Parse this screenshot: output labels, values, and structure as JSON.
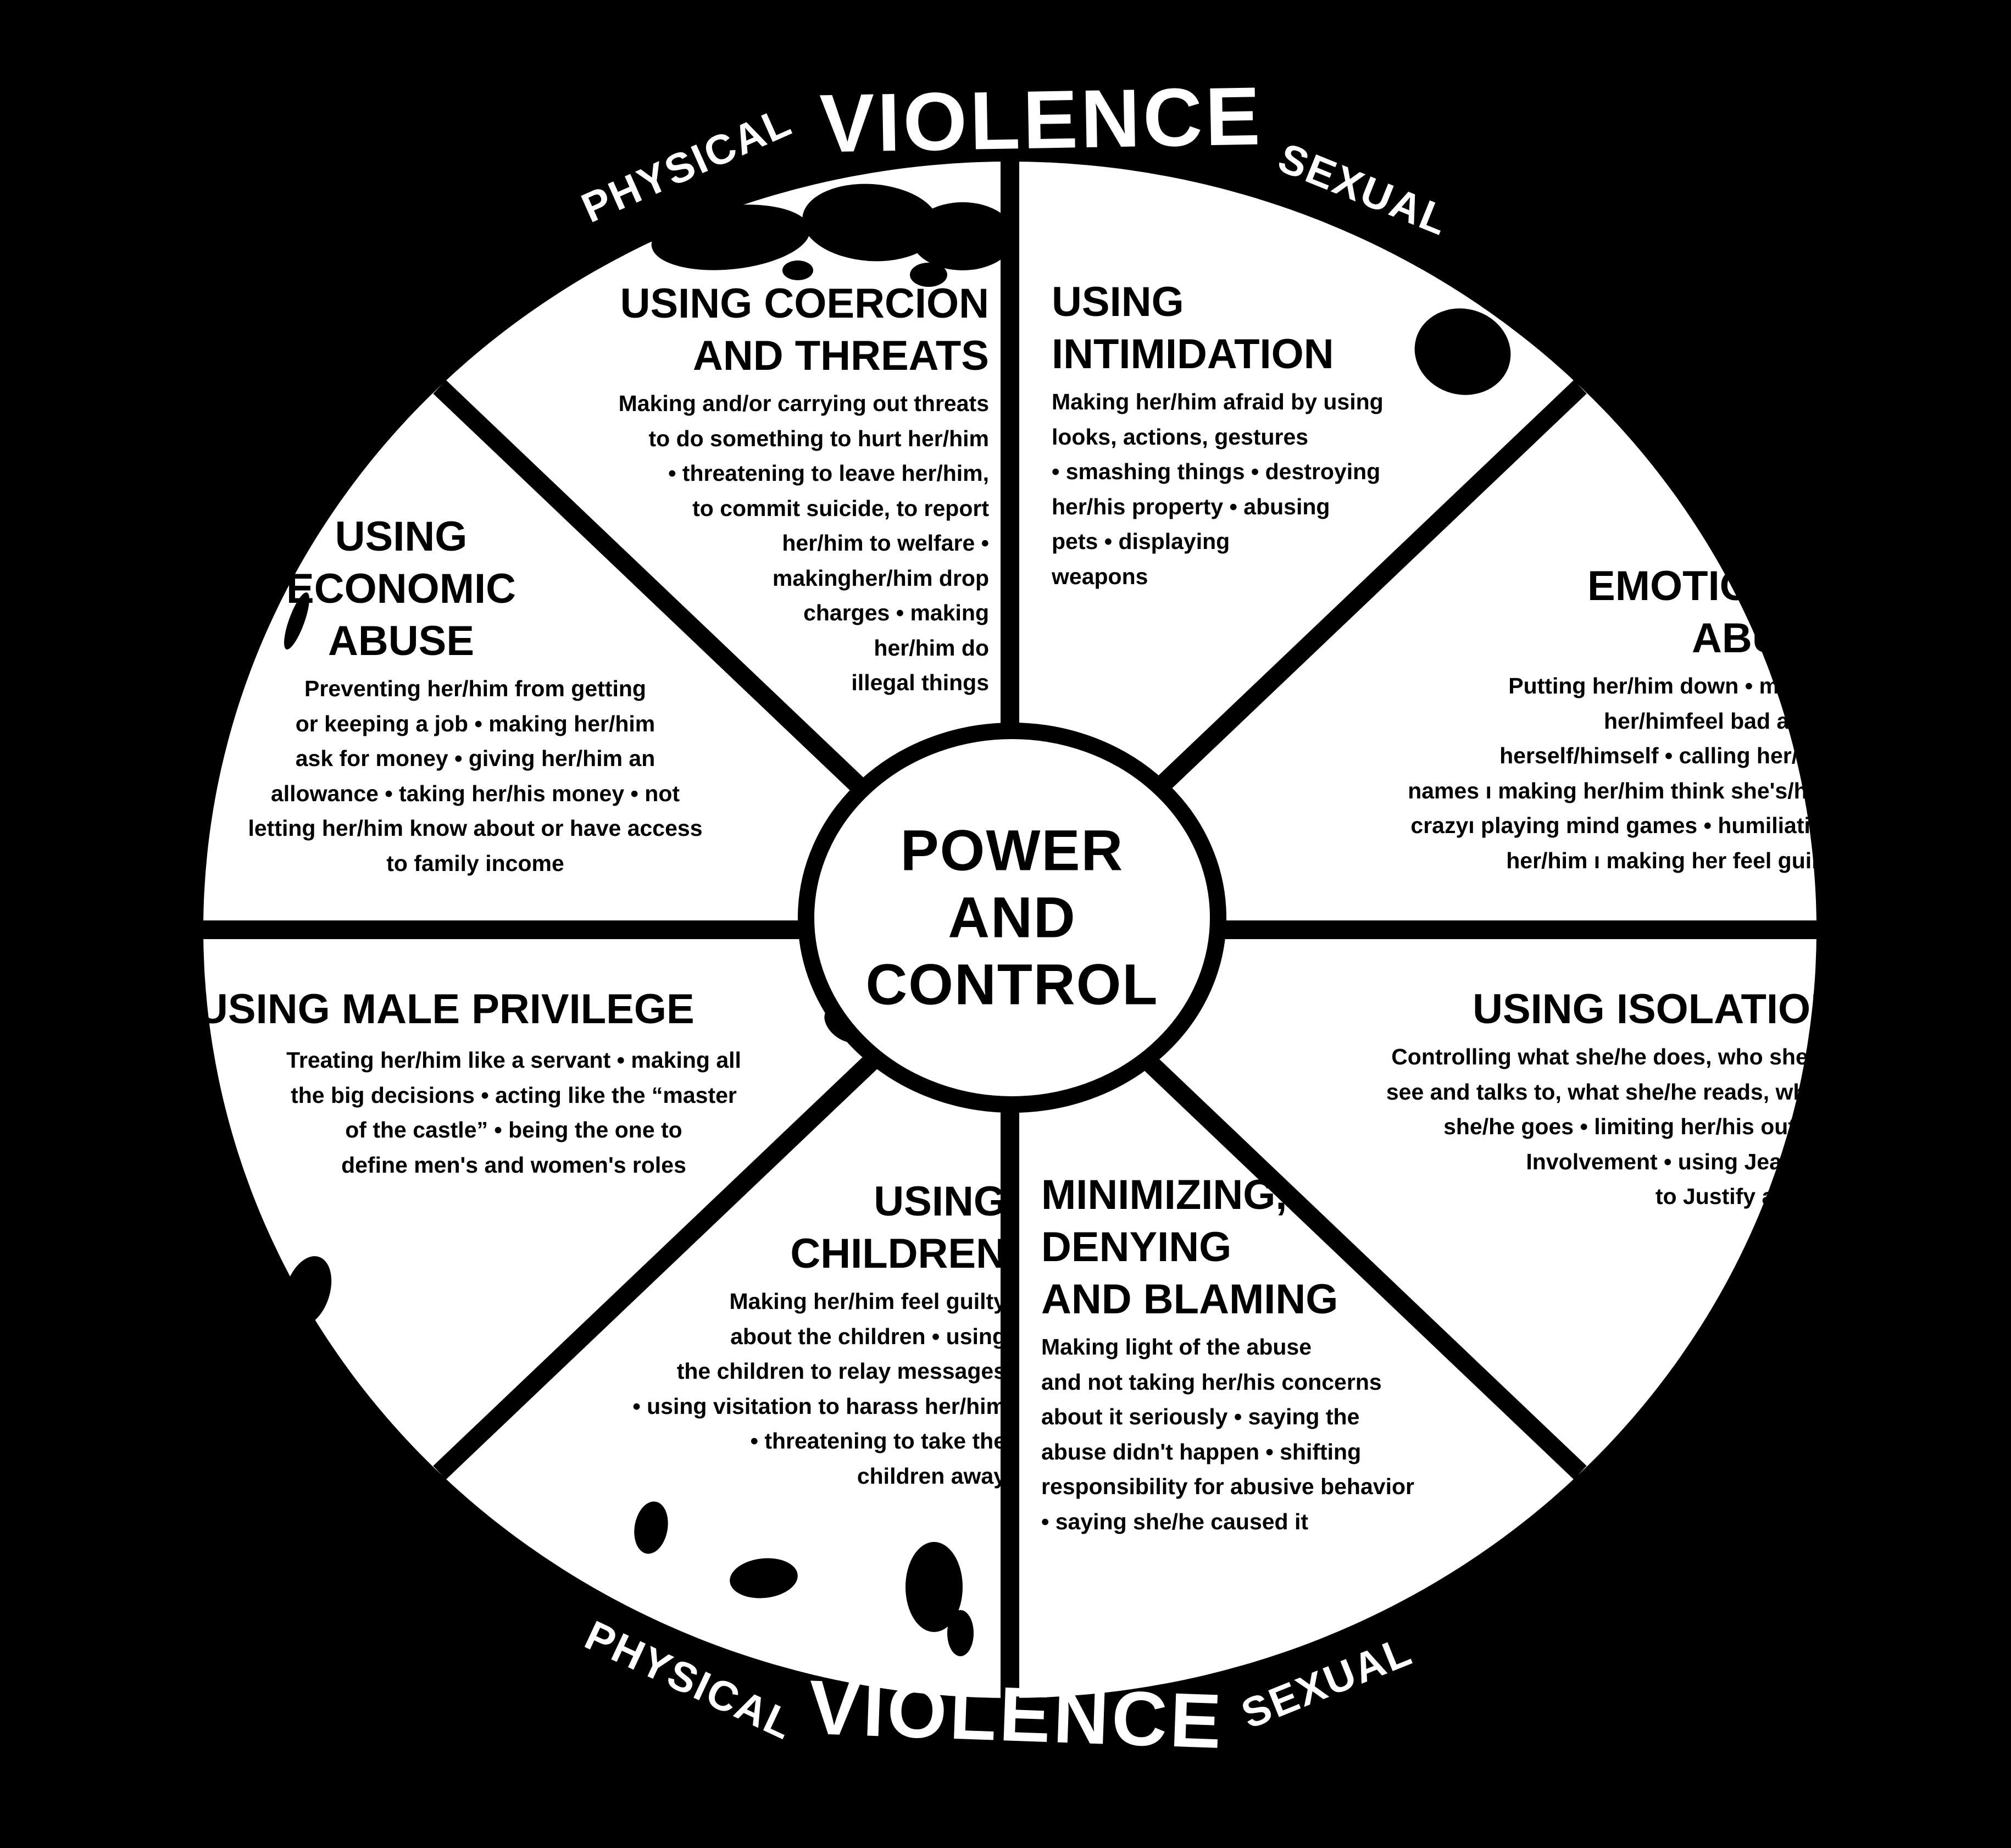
{
  "diagram_title": "Power and Control Wheel",
  "colors": {
    "background": "#000000",
    "wheel_face": "#ffffff",
    "ink": "#000000",
    "ring_text": "#ffffff"
  },
  "outer_ring": {
    "top_left": "PHYSICAL",
    "top_center": "VIOLENCE",
    "top_right": "SEXUAL",
    "bottom_left": "PHYSICAL",
    "bottom_center": "VIOLENCE",
    "bottom_right": "SEXUAL"
  },
  "center": {
    "label": "POWER\nAND\nCONTROL"
  },
  "segments": [
    {
      "id": "using-coercion-and-threats",
      "heading": "USING COERCION\nAND THREATS",
      "body": "Making and/or carrying out threats\nto do something to hurt her/him\n• threatening to leave her/him,\nto commit suicide, to report\nher/him to welfare •\nmakingher/him drop\ncharges • making\nher/him do\nillegal things"
    },
    {
      "id": "using-intimidation",
      "heading": "USING\nINTIMIDATION",
      "body": "Making her/him afraid by using\nlooks, actions, gestures\n• smashing things • destroying\nher/his property • abusing\npets • displaying\nweapons"
    },
    {
      "id": "using-emotional-abuse",
      "heading": "USING\nEMOTIONAL\nABUSE",
      "body": "Putting her/him down • making\nher/himfeel bad about\nherself/himself • calling her/him\nnames ı making her/him think she's/he's\ncrazyı playing mind games • humiliating\nher/him ı making her feel guilty"
    },
    {
      "id": "using-isolation",
      "heading": "USING ISOLATION",
      "body": "Controlling what she/he does, who she/he\nsee and talks to, what she/he reads, where\nshe/he goes • limiting her/his outside\nInvolvement • using Jealousy\nto Justify actions"
    },
    {
      "id": "minimizing-denying-and-blaming",
      "heading": "MINIMIZING,\nDENYING\nAND BLAMING",
      "body": "Making light of the abuse\nand not taking her/his concerns\nabout it seriously • saying the\nabuse didn't happen • shifting\nresponsibility for abusive behavior\n• saying she/he caused it"
    },
    {
      "id": "using-children",
      "heading": "USING\nCHILDREN",
      "body": "Making her/him feel guilty\nabout the children • using\nthe children to relay messages\n• using visitation to harass her/him\n• threatening to take the\nchildren away"
    },
    {
      "id": "using-male-privilege",
      "heading": "USING MALE PRIVILEGE",
      "body": "Treating her/him like a servant • making all\nthe big decisions • acting like the “master\nof the castle” • being the one to\ndefine men's and women's roles"
    },
    {
      "id": "using-economic-abuse",
      "heading": "USING\nECONOMIC\nABUSE",
      "body": "Preventing her/him from getting\nor keeping a job • making her/him\nask for money • giving her/him an\nallowance • taking her/his money • not\nletting her/him know about or have access\nto family income"
    }
  ]
}
